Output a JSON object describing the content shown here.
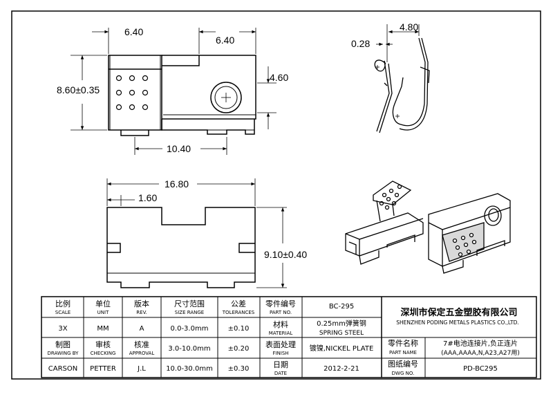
{
  "dimensions": {
    "top_left_width": "6.40",
    "top_right_width": "6.40",
    "height_left": "8.60±0.35",
    "height_right": "4.60",
    "bottom_width": "10.40",
    "side_total_width": "16.80",
    "side_step": "1.60",
    "side_height": "9.10±0.40",
    "spring_width": "4.80",
    "spring_thickness": "0.28"
  },
  "title_block": {
    "row1": [
      {
        "cn": "比例",
        "en": "SCALE"
      },
      {
        "cn": "单位",
        "en": "UNIT"
      },
      {
        "cn": "版本",
        "en": "REV."
      },
      {
        "cn": "尺寸范围",
        "en": "SIZE RANGE"
      },
      {
        "cn": "公差",
        "en": "TOLERANCES"
      },
      {
        "cn": "零件编号",
        "en": "PART NO."
      }
    ],
    "part_no": "BC-295",
    "company_cn": "深圳市保定五金塑胶有限公司",
    "company_en": "SHENZHEN PODING METALS PLASTICS CO.,LTD.",
    "row2": {
      "scale": "3X",
      "unit": "MM",
      "rev": "A",
      "size_range": "0.0-3.0mm",
      "tolerance": "±0.10",
      "material_label_cn": "材料",
      "material_label_en": "MATERIAL",
      "material_cn": "0.25mm弹簧钢",
      "material_en": "SPRING STEEL"
    },
    "row3": {
      "drawing_by_cn": "制图",
      "drawing_by_en": "DRAWING BY",
      "checking_cn": "审核",
      "checking_en": "CHECKING",
      "approval_cn": "核准",
      "approval_en": "APPROVAL",
      "size_range": "3.0-10.0mm",
      "tolerance": "±0.20",
      "finish_label_cn": "表面处理",
      "finish_label_en": "FINISH",
      "finish": "镀镍,NICKEL PLATE",
      "part_name_label_cn": "零件名称",
      "part_name_label_en": "PART NAME",
      "part_name_line1": "7#电池连接片,负正连片",
      "part_name_line2": "(AAA,AAAA,N,A23,A27用)"
    },
    "row4": {
      "drawing_by": "CARSON",
      "checking": "PETTER",
      "approval": "J.L",
      "size_range": "10.0-30.0mm",
      "tolerance": "±0.30",
      "date_label_cn": "日期",
      "date_label_en": "DATE",
      "date": "2012-2-21",
      "dwg_label_cn": "图纸编号",
      "dwg_label_en": "DWG NO.",
      "dwg_no": "PD-BC295"
    }
  }
}
